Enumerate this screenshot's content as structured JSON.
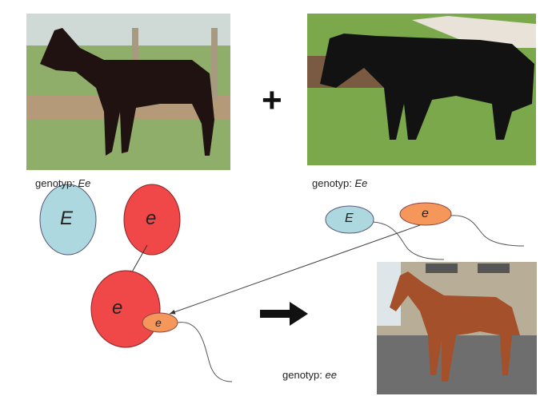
{
  "parents": [
    {
      "label": "genotyp:",
      "genotype": "Ee",
      "coat": "black"
    },
    {
      "label": "genotyp:",
      "genotype": "Ee",
      "coat": "black"
    }
  ],
  "plus_sign": "+",
  "egg_cells": {
    "dominant": "E",
    "recessive": "e"
  },
  "sperm_cells": {
    "dominant": "E",
    "recessive": "e"
  },
  "zygote": {
    "egg": "e",
    "sperm": "e"
  },
  "offspring": {
    "label": "genotyp:",
    "genotype": "ee",
    "coat": "chestnut"
  },
  "colors": {
    "egg_blue": "#aed8e0",
    "egg_red": "#f04848",
    "sperm_orange": "#f5975a"
  }
}
